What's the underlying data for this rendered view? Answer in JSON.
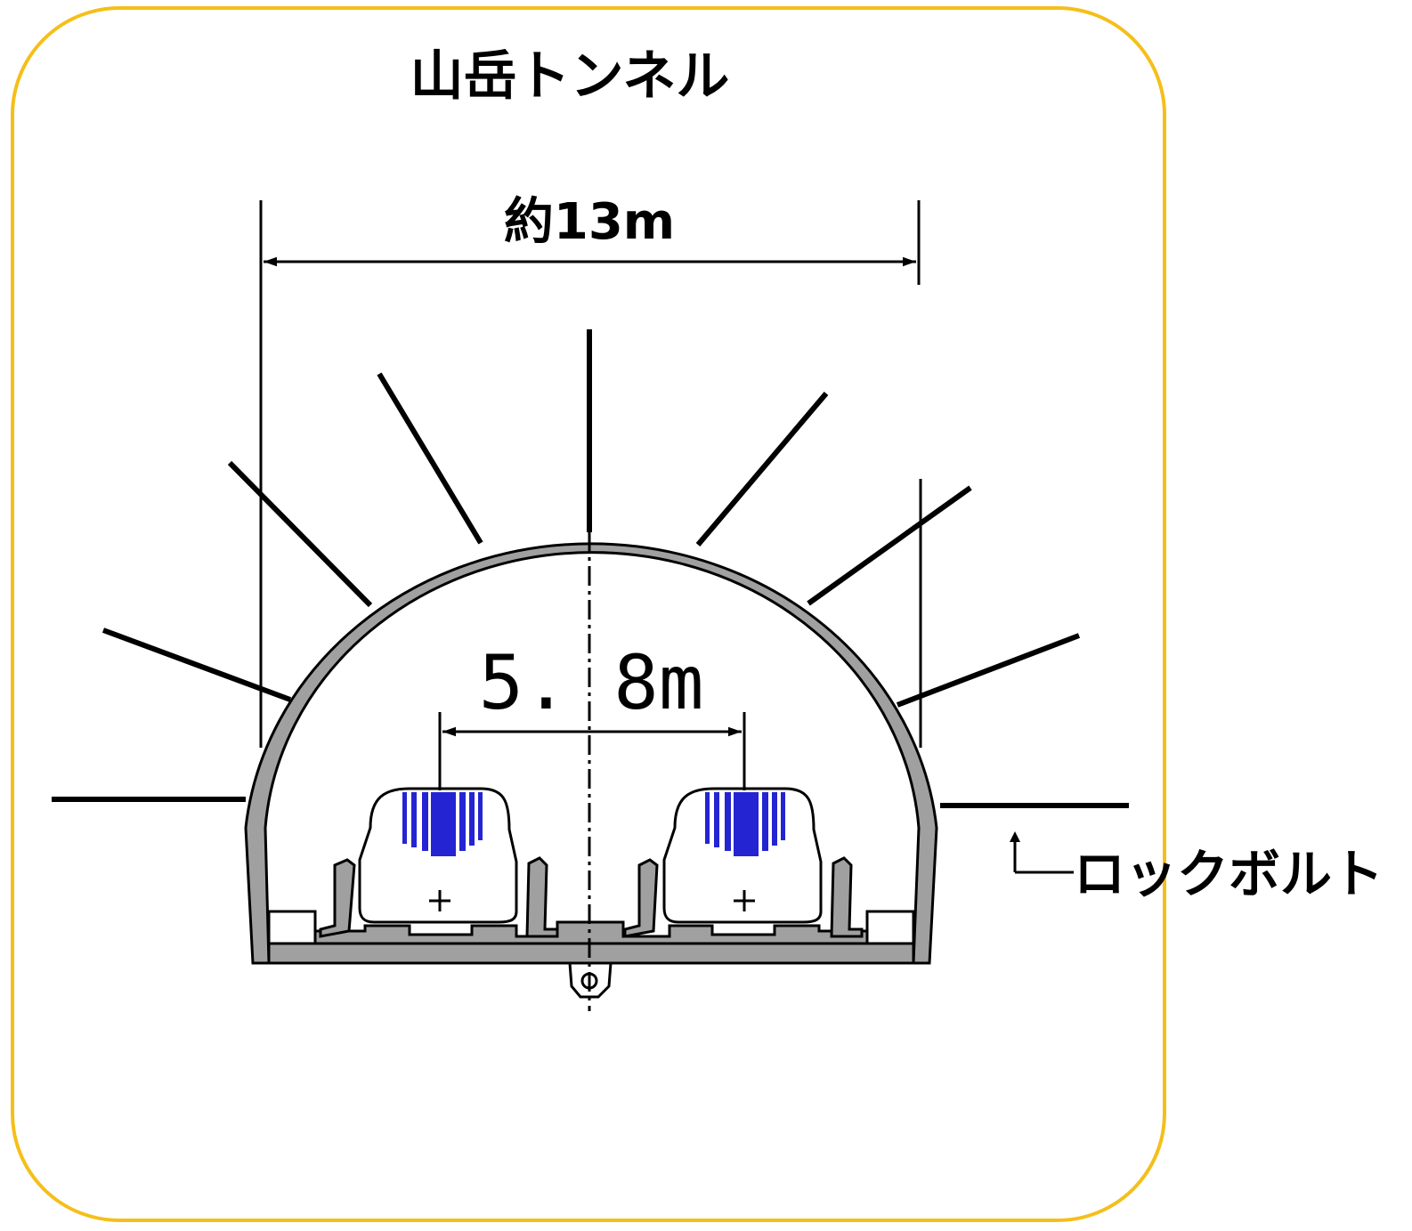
{
  "title": "山岳トンネル",
  "width_label": "約13m",
  "track_spacing_label": "5. 8m",
  "rockbolt_label": "ロックボルト",
  "colors": {
    "frame": "#f5bf1a",
    "lining": "#a0a0a0",
    "line": "#000000",
    "train_stripe": "#2424d2"
  }
}
